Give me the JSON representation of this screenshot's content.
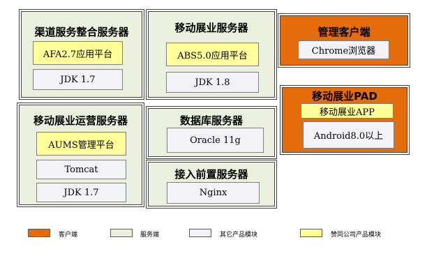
{
  "servers": {
    "channel": {
      "title": "渠道服务整合服务器",
      "platform": "AFA2.7应用平台",
      "jdk": "JDK 1.7"
    },
    "mobile": {
      "title": "移动展业服务器",
      "platform": "ABS5.0应用平台",
      "jdk": "JDK 1.8"
    },
    "ops": {
      "title": "移动展业运营服务器",
      "platform": "AUMS管理平台",
      "container": "Tomcat",
      "jdk": "JDK 1.7"
    },
    "database": {
      "title": "数据库服务器",
      "db": "Oracle 11g"
    },
    "gateway": {
      "title": "接入前置服务器",
      "proxy": "Nginx"
    }
  },
  "clients": {
    "admin": {
      "title": "管理客户端",
      "browser": "Chrome浏览器"
    },
    "pad": {
      "title": "移动展业PAD",
      "app": "移动展业APP",
      "os": "Android8.0以上"
    }
  },
  "legend": {
    "items": [
      {
        "label": "客户端",
        "color": "#e46c0a"
      },
      {
        "label": "服务端",
        "color": "#ebf1de"
      },
      {
        "label": "其它产品模块",
        "color": "#f2f2f7"
      },
      {
        "label": "赞同公司产品模块",
        "color": "#ffff99"
      }
    ]
  }
}
